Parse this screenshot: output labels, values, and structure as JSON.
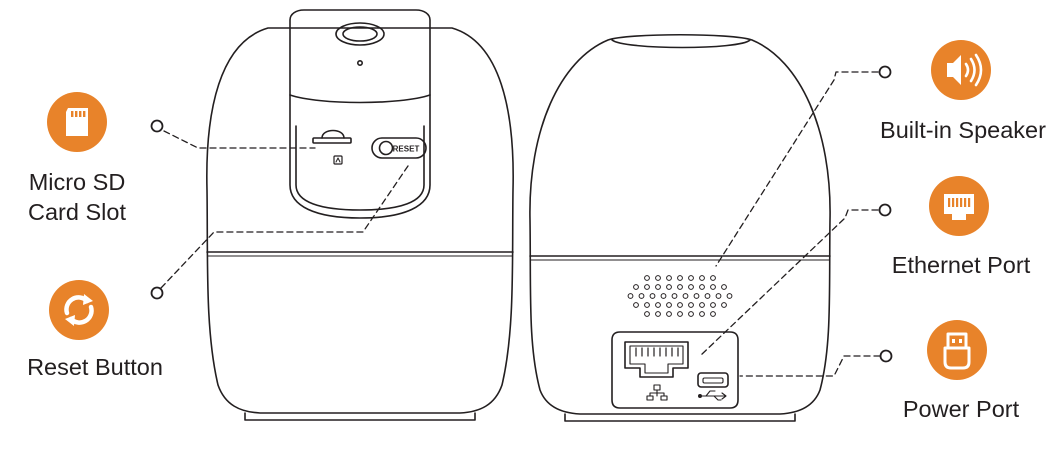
{
  "labels": {
    "micro_sd_line1": "Micro SD",
    "micro_sd_line2": "Card Slot",
    "reset_button": "Reset Button",
    "builtin_speaker": "Built-in Speaker",
    "ethernet_port": "Ethernet Port",
    "power_port": "Power Port",
    "reset_printed": "RESET"
  },
  "icons": {
    "sd": "sd-card-icon",
    "reset": "reset-arrows-icon",
    "speaker": "speaker-volume-icon",
    "ethernet": "ethernet-port-icon",
    "power": "usb-plug-icon"
  },
  "colors": {
    "accent": "#E8832A",
    "line": "#231f20",
    "background": "#ffffff"
  }
}
